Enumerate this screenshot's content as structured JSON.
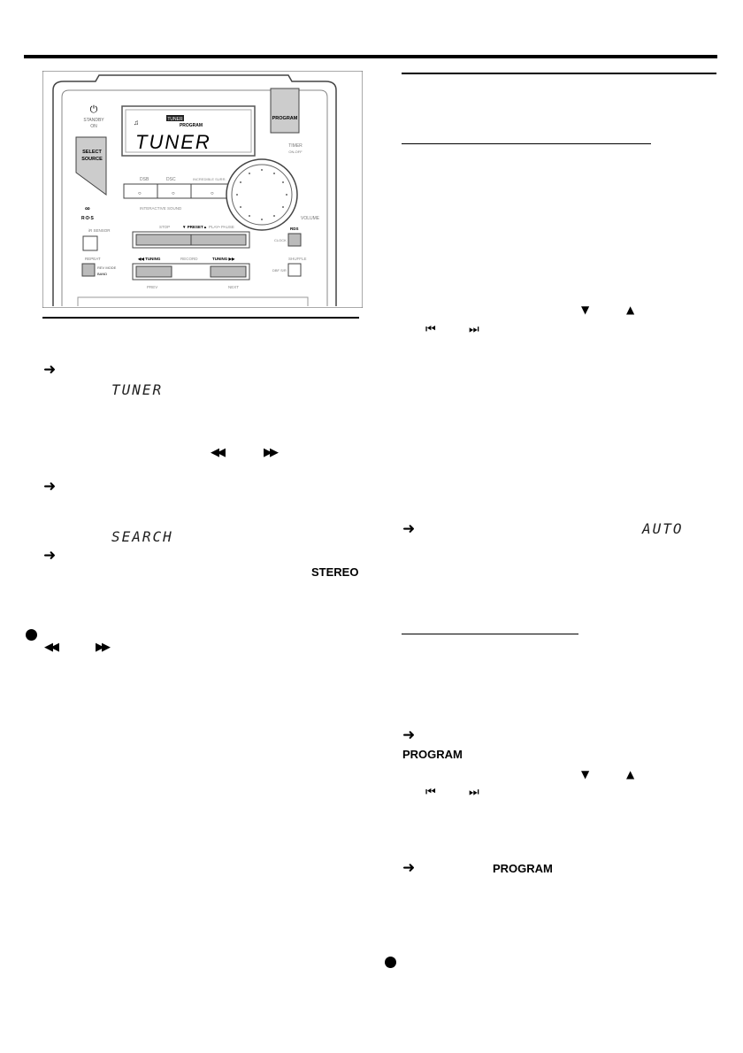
{
  "device": {
    "standby_label": "STANDBY",
    "on_label": "ON",
    "select_label": "SELECT",
    "source_label": "SOURCE",
    "display_tuner_tag": "TUNER",
    "display_program": "PROGRAM",
    "display_text": "TUNER",
    "program_button": "PROGRAM",
    "timer_label": "TIMER",
    "timer_sub": "ON-OFF",
    "dsb_label": "DSB",
    "dsc_label": "DSC",
    "incredible_label": "INCREDIBLE SURR.",
    "interactive_label": "INTERACTIVE SOUND",
    "rds_logo": "R·D·S",
    "ir_sensor": "iR SENSOR",
    "repeat": "REPEAT",
    "rev_mode": "REV MODE",
    "band": "BAND",
    "stop": "STOP",
    "preset": "▼ PRESET▲",
    "play_pause": "PLAY• PAUSE",
    "tuning_left": "◀◀ TUNING",
    "record": "RECORD",
    "tuning_right": "TUNING ▶▶",
    "prev": "PREV",
    "next": "NEXT",
    "volume": "VOLUME",
    "rds": "RDS",
    "clock": "CLOCK",
    "shuffle": "SHUFFLE",
    "dim_label": "DBF S/R"
  },
  "left": {
    "lcd_tuner": "TUNER",
    "lcd_search": "SEARCH",
    "stereo": "STEREO"
  },
  "right": {
    "lcd_auto": "AUTO",
    "program_1": "PROGRAM",
    "program_2": "PROGRAM"
  },
  "icons": {
    "arrow": "➜",
    "rewind": "◀◀",
    "forward": "▶▶",
    "down": "▼",
    "up": "▲",
    "prev": "⏮",
    "next": "⏭"
  }
}
